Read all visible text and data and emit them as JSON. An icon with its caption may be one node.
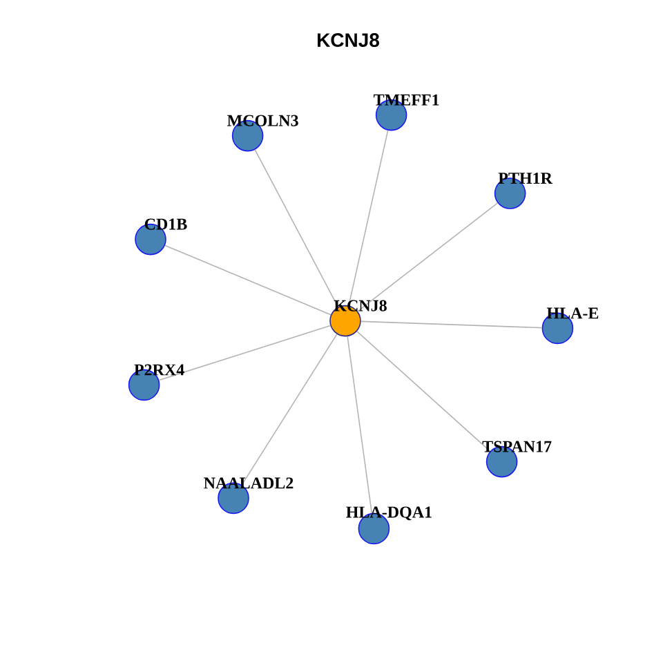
{
  "diagram": {
    "title": "KCNJ8",
    "nodes": [
      {
        "text": [
          "TMEFF1"
        ]
      },
      {
        "text": [
          "MCOLN3"
        ]
      },
      {
        "text": [
          "PTH1R"
        ]
      },
      {
        "text": [
          "CD1B"
        ]
      },
      {
        "text": [
          "KCNJ8"
        ]
      },
      {
        "text": [
          "HLA-E"
        ]
      },
      {
        "text": [
          "P2RX4"
        ]
      },
      {
        "text": [
          "TSPAN17"
        ]
      },
      {
        "text": [
          "NAALADL2"
        ]
      },
      {
        "text": [
          "HLA-DQA1"
        ]
      }
    ],
    "edges": [
      {
        "from": 4,
        "to": 0,
        "arrow": "none"
      },
      {
        "from": 4,
        "to": 1,
        "arrow": "none"
      },
      {
        "from": 4,
        "to": 2,
        "arrow": "none"
      },
      {
        "from": 4,
        "to": 3,
        "arrow": "none"
      },
      {
        "from": 4,
        "to": 5,
        "arrow": "none"
      },
      {
        "from": 4,
        "to": 6,
        "arrow": "none"
      },
      {
        "from": 4,
        "to": 7,
        "arrow": "none"
      },
      {
        "from": 4,
        "to": 8,
        "arrow": "none"
      },
      {
        "from": 4,
        "to": 9,
        "arrow": "none"
      }
    ]
  }
}
